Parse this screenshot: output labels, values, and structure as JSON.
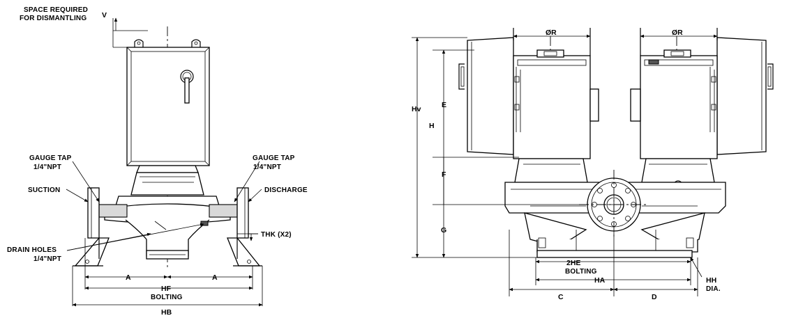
{
  "left_view": {
    "space_label_line1": "SPACE REQUIRED",
    "space_label_line2": "FOR DISMANTLING",
    "dim_v": "V",
    "gauge_tap_left_line1": "GAUGE TAP",
    "gauge_tap_left_line2": "1/4\"NPT",
    "gauge_tap_right_line1": "GAUGE TAP",
    "gauge_tap_right_line2": "1/4\"NPT",
    "suction": "SUCTION",
    "discharge": "DISCHARGE",
    "thk": "THK (X2)",
    "drain_line1": "DRAIN HOLES",
    "drain_line2": "1/4\"NPT",
    "dim_a_left": "A",
    "dim_a_right": "A",
    "dim_hf": "HF",
    "bolting": "BOLTING",
    "dim_hb": "HB"
  },
  "right_view": {
    "dim_r_left": "ØR",
    "dim_r_right": "ØR",
    "dim_hv": "Hv",
    "dim_h": "H",
    "dim_e": "E",
    "dim_f": "F",
    "dim_g": "G",
    "dim_2he": "2HE",
    "bolting": "BOLTING",
    "dim_ha": "HA",
    "dim_c": "C",
    "dim_d": "D",
    "dim_hh": "HH",
    "dia": "DIA."
  },
  "icons": {
    "arrow": "arrowhead",
    "motor_switch": "toggle-lever"
  }
}
